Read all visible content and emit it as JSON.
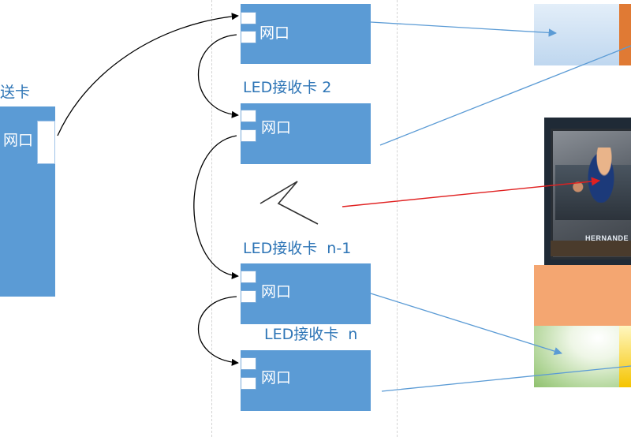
{
  "sender": {
    "title_fragment": "送卡",
    "port_label": "网口"
  },
  "receivers": [
    {
      "label": "",
      "port_label": "网口"
    },
    {
      "label": "LED接收卡 2",
      "port_label": "网口"
    },
    {
      "label": "LED接收卡  n-1",
      "port_label": "网口"
    },
    {
      "label": "LED接收卡  n",
      "port_label": "网口"
    }
  ],
  "screen": {
    "photo_banner_text": "HERNANDE"
  },
  "colors": {
    "card_blue": "#5b9bd5",
    "label_blue": "#2e75b6",
    "arrow_blue": "#5b9bd5",
    "arrow_red": "#e02020",
    "panel_orange": "#f4a671",
    "panel_green": "#a9d18e"
  },
  "icons": [
    "break-symbol-icon"
  ]
}
